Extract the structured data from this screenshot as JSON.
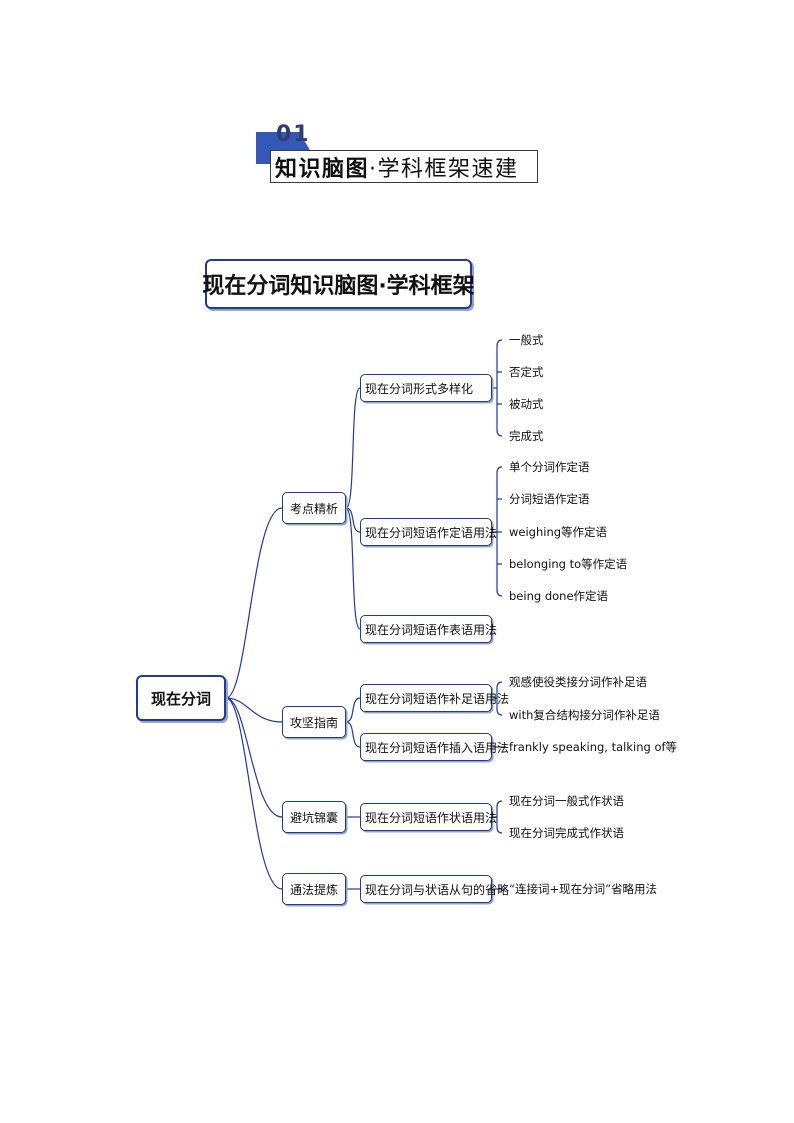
{
  "header": {
    "number": "01",
    "title_bold": "知识脑图",
    "title_rest": "·学科框架速建"
  },
  "map_title": "现在分词知识脑图·学科框架",
  "root": "现在分词",
  "branches": [
    {
      "label": "考点精析",
      "children": [
        {
          "label": "现在分词形式多样化",
          "leaves": [
            "一般式",
            "否定式",
            "被动式",
            "完成式"
          ]
        },
        {
          "label": "现在分词短语作定语用法",
          "leaves": [
            "单个分词作定语",
            "分词短语作定语",
            "weighing等作定语",
            "belonging to等作定语",
            "being done作定语"
          ]
        },
        {
          "label": "现在分词短语作表语用法",
          "leaves": []
        }
      ]
    },
    {
      "label": "攻坚指南",
      "children": [
        {
          "label": "现在分词短语作补足语用法",
          "leaves": [
            "观感使役类接分词作补足语",
            "with复合结构接分词作补足语"
          ]
        },
        {
          "label": "现在分词短语作插入语用法",
          "leaves": [
            "frankly speaking, talking of等"
          ]
        }
      ]
    },
    {
      "label": "避坑锦囊",
      "children": [
        {
          "label": "现在分词短语作状语用法",
          "leaves": [
            "现在分词一般式作状语",
            "现在分词完成式作状语"
          ]
        }
      ]
    },
    {
      "label": "通法提炼",
      "children": [
        {
          "label": "现在分词与状语从句的省略",
          "leaves": [
            "“连接词+现在分词”省略用法"
          ]
        }
      ]
    }
  ]
}
